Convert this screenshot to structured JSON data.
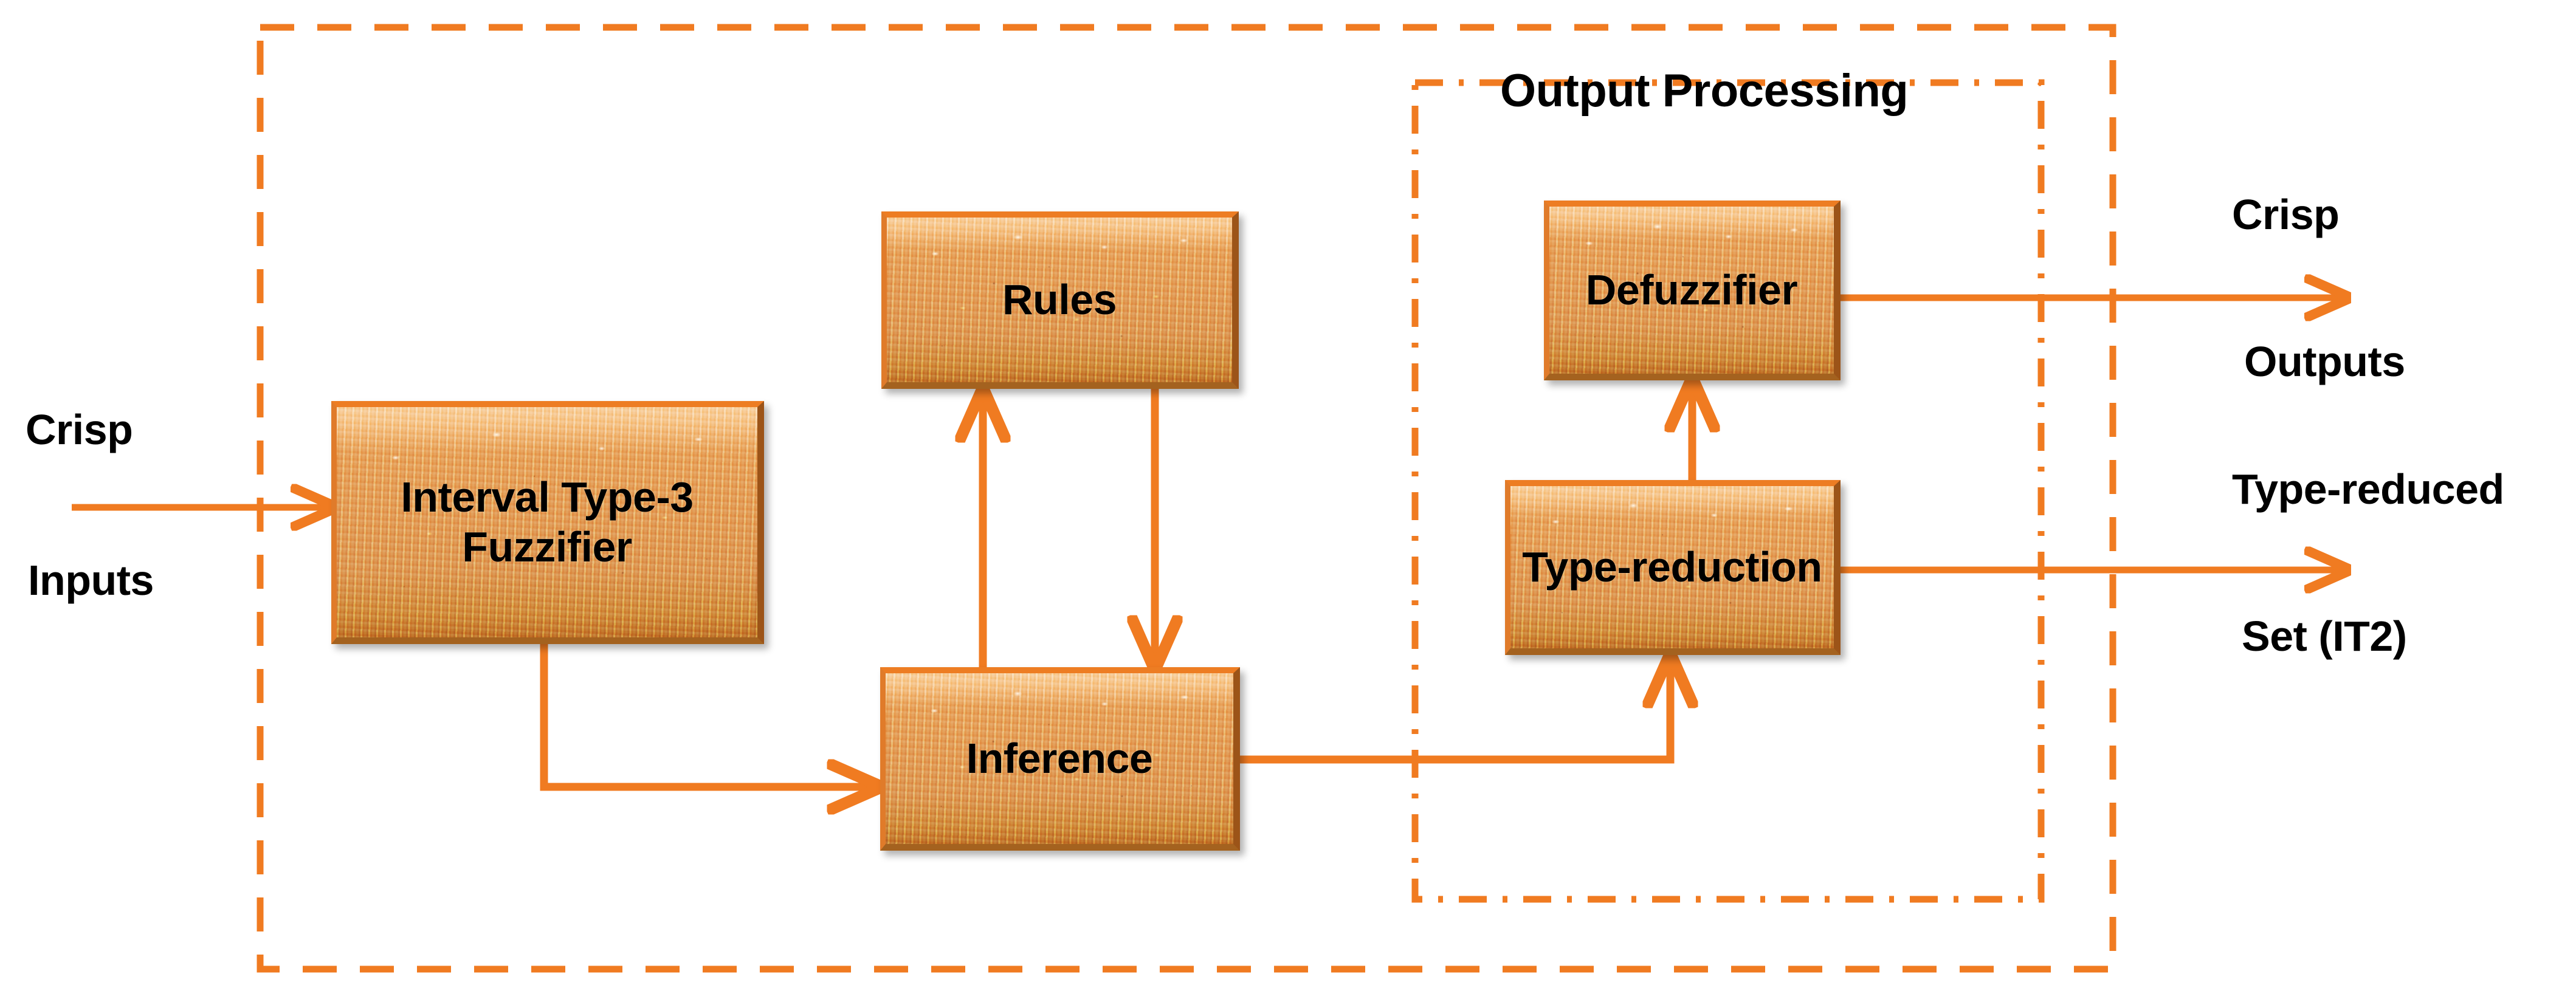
{
  "diagram": {
    "title": "Interval Type-3 Fuzzy Logic System block diagram",
    "colors": {
      "accent_orange": "#ED7D23",
      "arrow_orange": "#F07B21",
      "box_fill": "#D9945C",
      "text_black": "#000000",
      "background": "#FFFFFF"
    }
  },
  "groups": {
    "system_boundary": {
      "name": "fuzzy-logic-system-boundary",
      "style": "dashed"
    },
    "output_processing": {
      "label": "Output Processing",
      "style": "dash-dot"
    }
  },
  "blocks": [
    {
      "id": "fuzzifier",
      "label": "Interval Type-3\nFuzzifier",
      "line1": "Interval Type-3",
      "line2": "Fuzzifier"
    },
    {
      "id": "rules",
      "label": "Rules"
    },
    {
      "id": "inference",
      "label": "Inference"
    },
    {
      "id": "defuzzifier",
      "label": "Defuzzifier"
    },
    {
      "id": "type_reduction",
      "label": "Type-reduction"
    }
  ],
  "io_labels": {
    "input_line1": "Crisp",
    "input_line2": "Inputs",
    "output_crisp_line1": "Crisp",
    "output_crisp_line2": "Outputs",
    "output_tr_line1": "Type-reduced",
    "output_tr_line2": "Set (IT2)"
  },
  "connections": [
    {
      "from": "crisp-inputs",
      "to": "fuzzifier",
      "direction": "right"
    },
    {
      "from": "fuzzifier",
      "to": "inference",
      "direction": "down-right"
    },
    {
      "from": "inference",
      "to": "rules",
      "direction": "up"
    },
    {
      "from": "rules",
      "to": "inference",
      "direction": "down"
    },
    {
      "from": "inference",
      "to": "type_reduction",
      "direction": "right-up"
    },
    {
      "from": "type_reduction",
      "to": "defuzzifier",
      "direction": "up"
    },
    {
      "from": "defuzzifier",
      "to": "crisp-outputs",
      "direction": "right"
    },
    {
      "from": "type_reduction",
      "to": "type-reduced-set-output",
      "direction": "right"
    }
  ]
}
